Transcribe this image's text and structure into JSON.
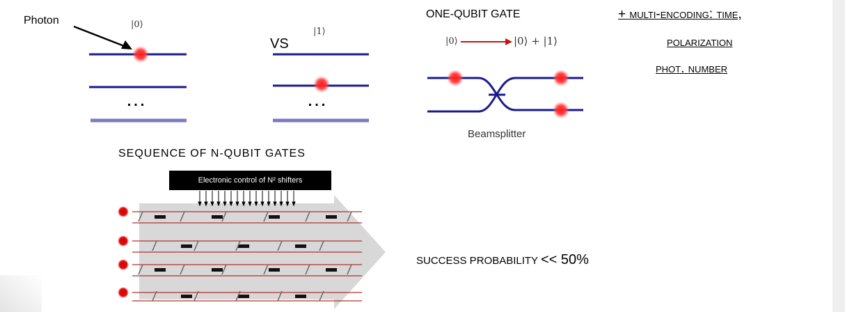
{
  "labels": {
    "photon": "Photon",
    "vs": "VS",
    "ket_zero": "|0⟩",
    "ket_one": "|1⟩",
    "ellipsis": "…",
    "one_qubit_gate": "ONE-QUBIT GATE",
    "superposition_zero": "|0⟩",
    "superposition_sum": "|0⟩ + |1⟩",
    "beamsplitter": "Beamsplitter",
    "sequence_title": "SEQUENCE OF N-QUBIT GATES",
    "electronic_control": "Electronic control of N² shifters",
    "success_probability_prefix": "SUCCESS PROBABILITY",
    "success_probability_value": "<< 50%"
  },
  "multi_encoding": {
    "line1": "+ MULTI-ENCODING: TIME,",
    "line2": "POLARIZATION",
    "line3": "PHOT. NUMBER"
  },
  "colors": {
    "level_line": "#1a1a8c",
    "ground_line": "#7a7ac8",
    "photon": "#ff2020",
    "arrow_red": "#cc1111",
    "waveguide": "#b03030",
    "control_box": "#000000",
    "big_arrow": "#d8d8d8"
  }
}
